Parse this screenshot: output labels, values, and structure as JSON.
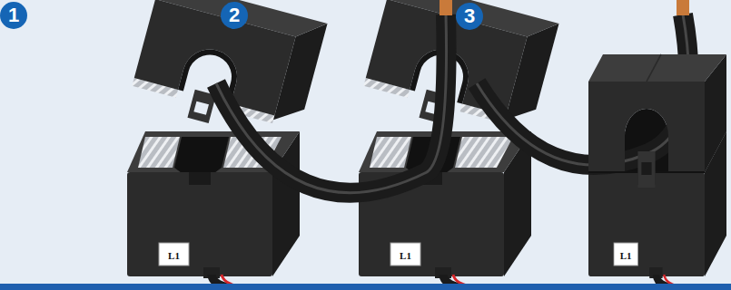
{
  "diagram": {
    "labels": [
      "1",
      "2",
      "3",
      "L1",
      "L1",
      "L1"
    ]
  }
}
